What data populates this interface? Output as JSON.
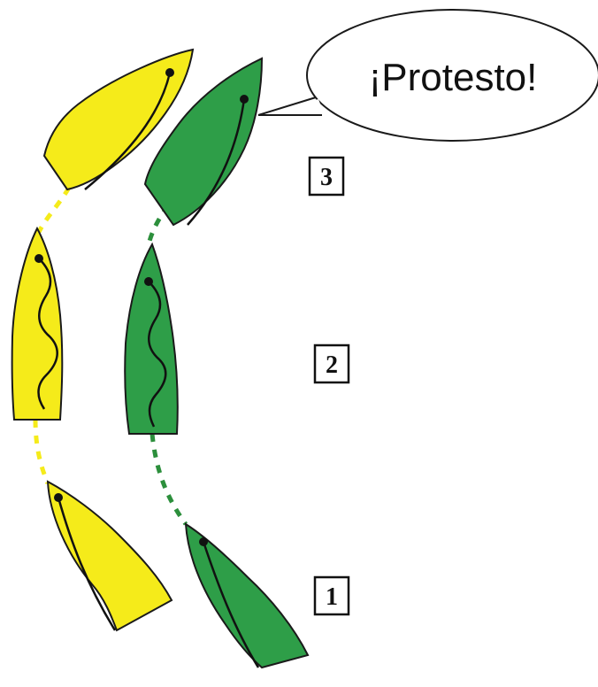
{
  "speech_bubble": {
    "text": "¡Protesto!"
  },
  "steps": [
    {
      "label": "1"
    },
    {
      "label": "2"
    },
    {
      "label": "3"
    }
  ],
  "boats": [
    {
      "name": "yellow-boat",
      "color": "#f5eb1a"
    },
    {
      "name": "green-boat",
      "color": "#2e9e48"
    }
  ],
  "colors": {
    "yellow_track": "#f5eb1a",
    "green_track": "#2c8f3c",
    "outline": "#1a1a1a"
  }
}
